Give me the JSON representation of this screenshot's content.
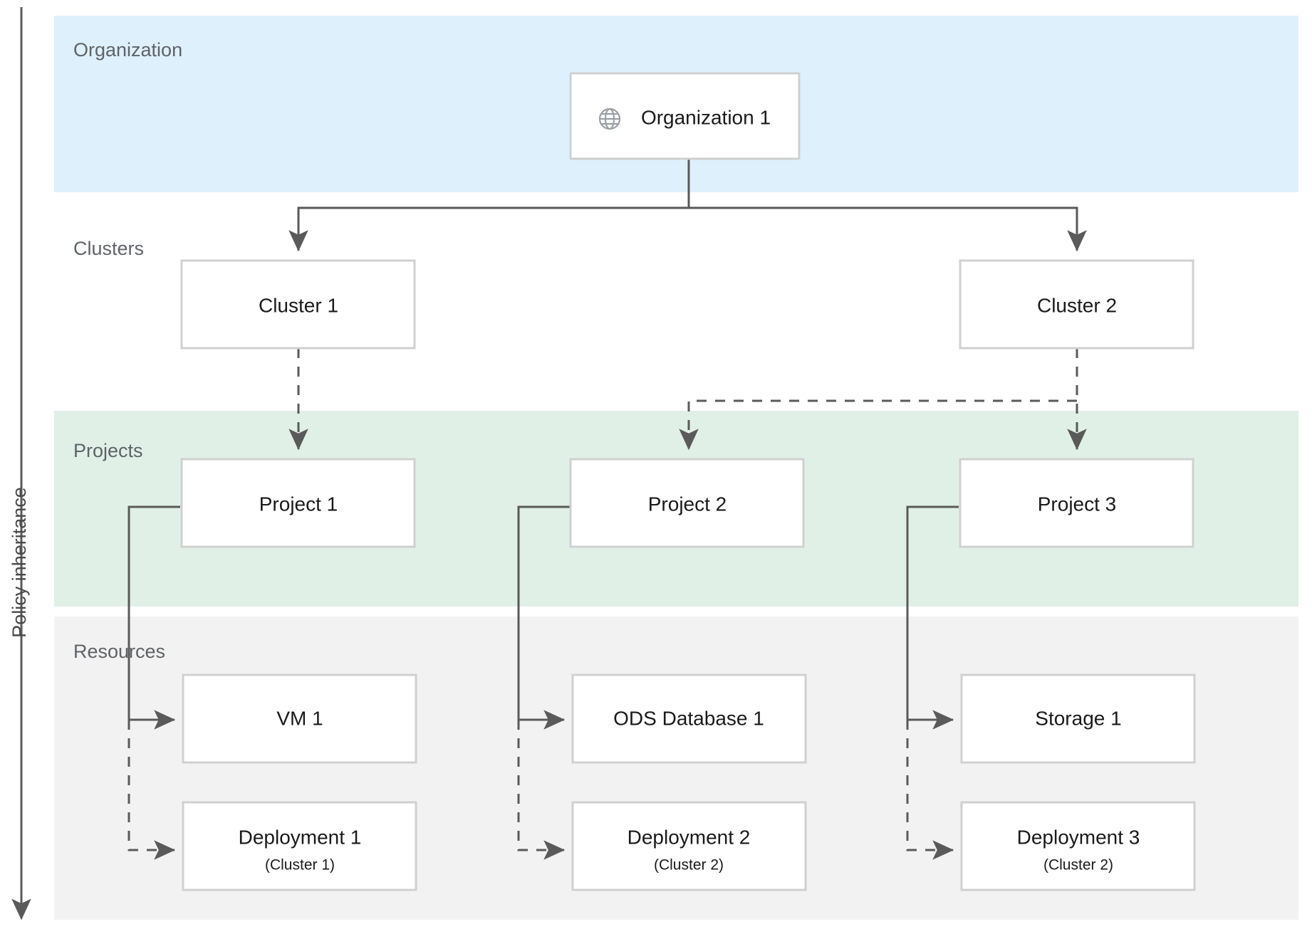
{
  "axis": {
    "label": "Policy inheritance",
    "icon": "down-arrow-icon"
  },
  "bands": [
    {
      "key": "organization",
      "label": "Organization",
      "color": "#def0fb"
    },
    {
      "key": "clusters",
      "label": "Clusters",
      "color": "#ffffff"
    },
    {
      "key": "projects",
      "label": "Projects",
      "color": "#e0f0e7"
    },
    {
      "key": "resources",
      "label": "Resources",
      "color": "#f2f2f2"
    }
  ],
  "nodes": {
    "organization": {
      "label": "Organization 1",
      "icon": "globe-icon"
    },
    "clusters": [
      {
        "label": "Cluster 1"
      },
      {
        "label": "Cluster 2"
      }
    ],
    "projects": [
      {
        "label": "Project 1"
      },
      {
        "label": "Project 2"
      },
      {
        "label": "Project 3"
      }
    ],
    "resources": [
      {
        "label": "VM 1",
        "sublabel": ""
      },
      {
        "label": "ODS Database 1",
        "sublabel": ""
      },
      {
        "label": "Storage 1",
        "sublabel": ""
      }
    ],
    "deployments": [
      {
        "label": "Deployment 1",
        "sublabel": "(Cluster 1)"
      },
      {
        "label": "Deployment 2",
        "sublabel": "(Cluster 2)"
      },
      {
        "label": "Deployment 3",
        "sublabel": "(Cluster 2)"
      }
    ]
  },
  "colors": {
    "band_organization": "#def0fb",
    "band_projects": "#e0f0e7",
    "band_resources": "#f2f2f2",
    "node_border": "#d0d0d0",
    "node_fill": "#ffffff",
    "edge": "#5a5a5a",
    "band_label_text": "#5f6368",
    "node_text": "#1a1a1a"
  },
  "edges": {
    "organization_to_clusters": "solid",
    "clusters_to_projects": "dashed",
    "projects_to_resources": "solid",
    "projects_to_deployments": "dashed"
  }
}
